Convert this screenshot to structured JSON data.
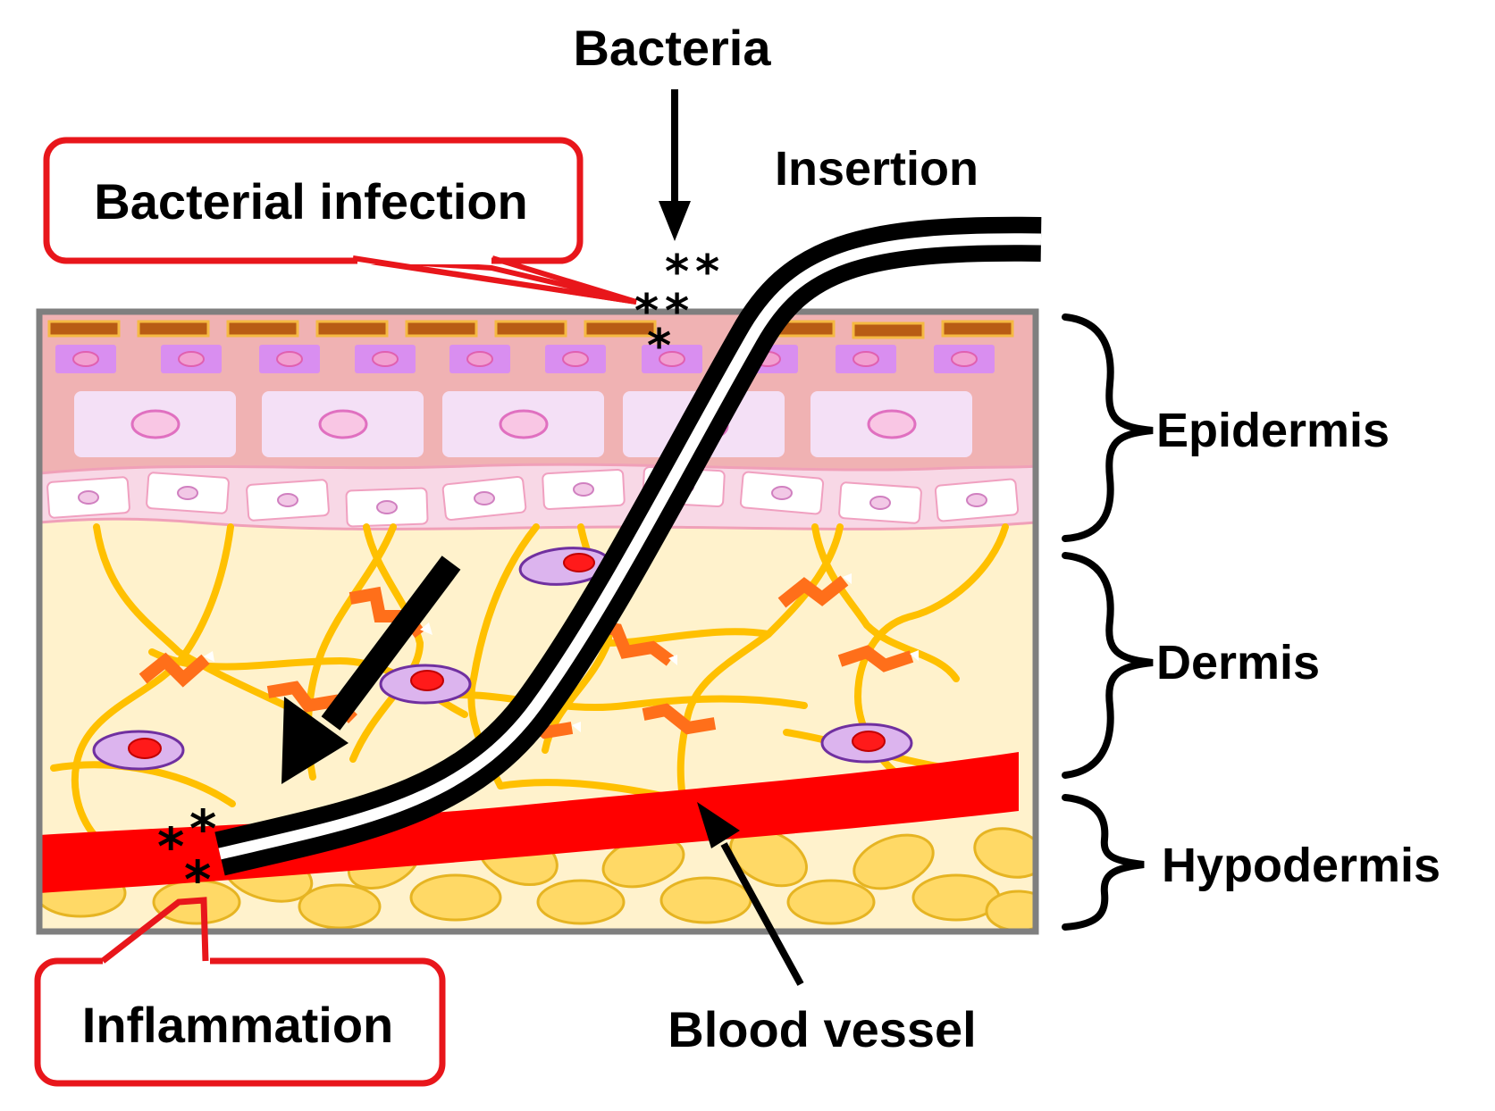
{
  "labels": {
    "bacteria": "Bacteria",
    "insertion": "Insertion",
    "bacterial_infection": "Bacterial infection",
    "epidermis": "Epidermis",
    "dermis": "Dermis",
    "hypodermis": "Hypodermis",
    "inflammation": "Inflammation",
    "blood_vessel": "Blood vessel"
  },
  "bacteria_marker": "*",
  "colors": {
    "callout_border": "#e8161b",
    "frame_border": "#7f7f7f",
    "epidermis_bg": "#f0b2b3",
    "stratum_corneum": "#b85c14",
    "granular_cell": "#d98ef0",
    "spinous_cell": "#f4e0f6",
    "basal_band": "#f8d8e6",
    "dermis_bg": "#fff2cc",
    "fiber_yellow": "#ffc000",
    "collagen_orange": "#ff6f1a",
    "fibroblast": "#dcb4ee",
    "fibroblast_nucleus": "#e8161b",
    "fat_cell": "#ffd966",
    "blood_vessel": "#ff0000",
    "needle": "#000000"
  },
  "icons": [
    "down-arrow-icon",
    "diagonal-arrow-icon",
    "pointer-arrow-icon",
    "brace-icon"
  ]
}
